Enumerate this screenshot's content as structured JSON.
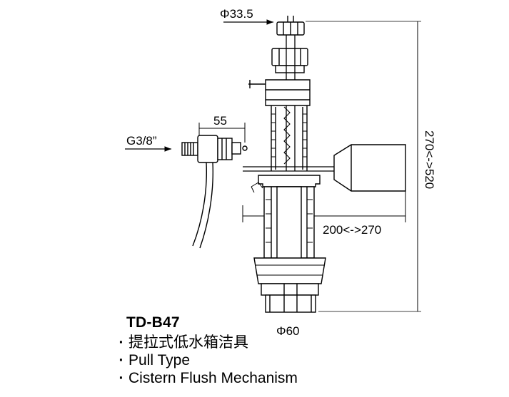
{
  "dimensions": {
    "top_diameter": "Φ33.5",
    "inlet_width": "55",
    "inlet_thread": "G3/8”",
    "height_range": "270<->520",
    "width_range": "200<->270",
    "outlet_diameter": "Φ60"
  },
  "caption": {
    "model": "TD-B47",
    "bullet_symbol": "·",
    "lines": [
      "提拉式低水箱洁具",
      "Pull Type",
      "Cistern Flush Mechanism"
    ]
  },
  "colors": {
    "ink": "#000000",
    "paper": "#ffffff"
  }
}
